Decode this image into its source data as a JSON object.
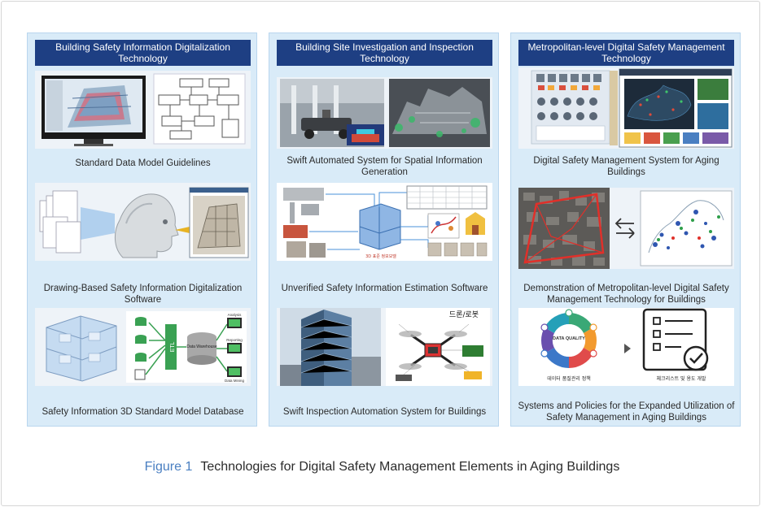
{
  "figure": {
    "label": "Figure 1",
    "title": "Technologies for Digital Safety Management Elements in Aging Buildings"
  },
  "columns": [
    {
      "header": "Building Safety Information Digitalization Technology",
      "items": [
        {
          "caption": "Standard Data Model Guidelines"
        },
        {
          "caption": "Drawing-Based Safety Information Digitalization Software"
        },
        {
          "caption": "Safety Information 3D Standard Model Database"
        }
      ]
    },
    {
      "header": "Building Site Investigation and Inspection Technology",
      "items": [
        {
          "caption": "Swift Automated System for Spatial Information Generation"
        },
        {
          "caption": "Unverified Safety Information Estimation Software"
        },
        {
          "caption": "Swift Inspection Automation System for Buildings"
        }
      ]
    },
    {
      "header": "Metropolitan-level Digital Safety Management Technology",
      "items": [
        {
          "caption": "Digital Safety Management System for Aging Buildings"
        },
        {
          "caption": "Demonstration of Metropolitan-level Digital Safety Management Technology for Buildings"
        },
        {
          "caption": "Systems and Policies for the Expanded Utilization of Safety Management in Aging Buildings"
        }
      ]
    }
  ],
  "image_text": {
    "etl": "ETL",
    "dw": "Data Warehouse",
    "analysis": "Analysis",
    "reporting": "Reporting",
    "mining": "Data Mining",
    "model3d": "3D 표준 정보모델",
    "drone": "드론/로봇",
    "data_quality": "DATA QUALITY",
    "dq_policy": "데이터 품질관리 정책",
    "checklist": "체크리스트 및 용도 개발"
  },
  "colors": {
    "header_bg": "#1e3f83",
    "panel_bg": "#d9ebf8",
    "figure_label": "#4a7fc1"
  }
}
